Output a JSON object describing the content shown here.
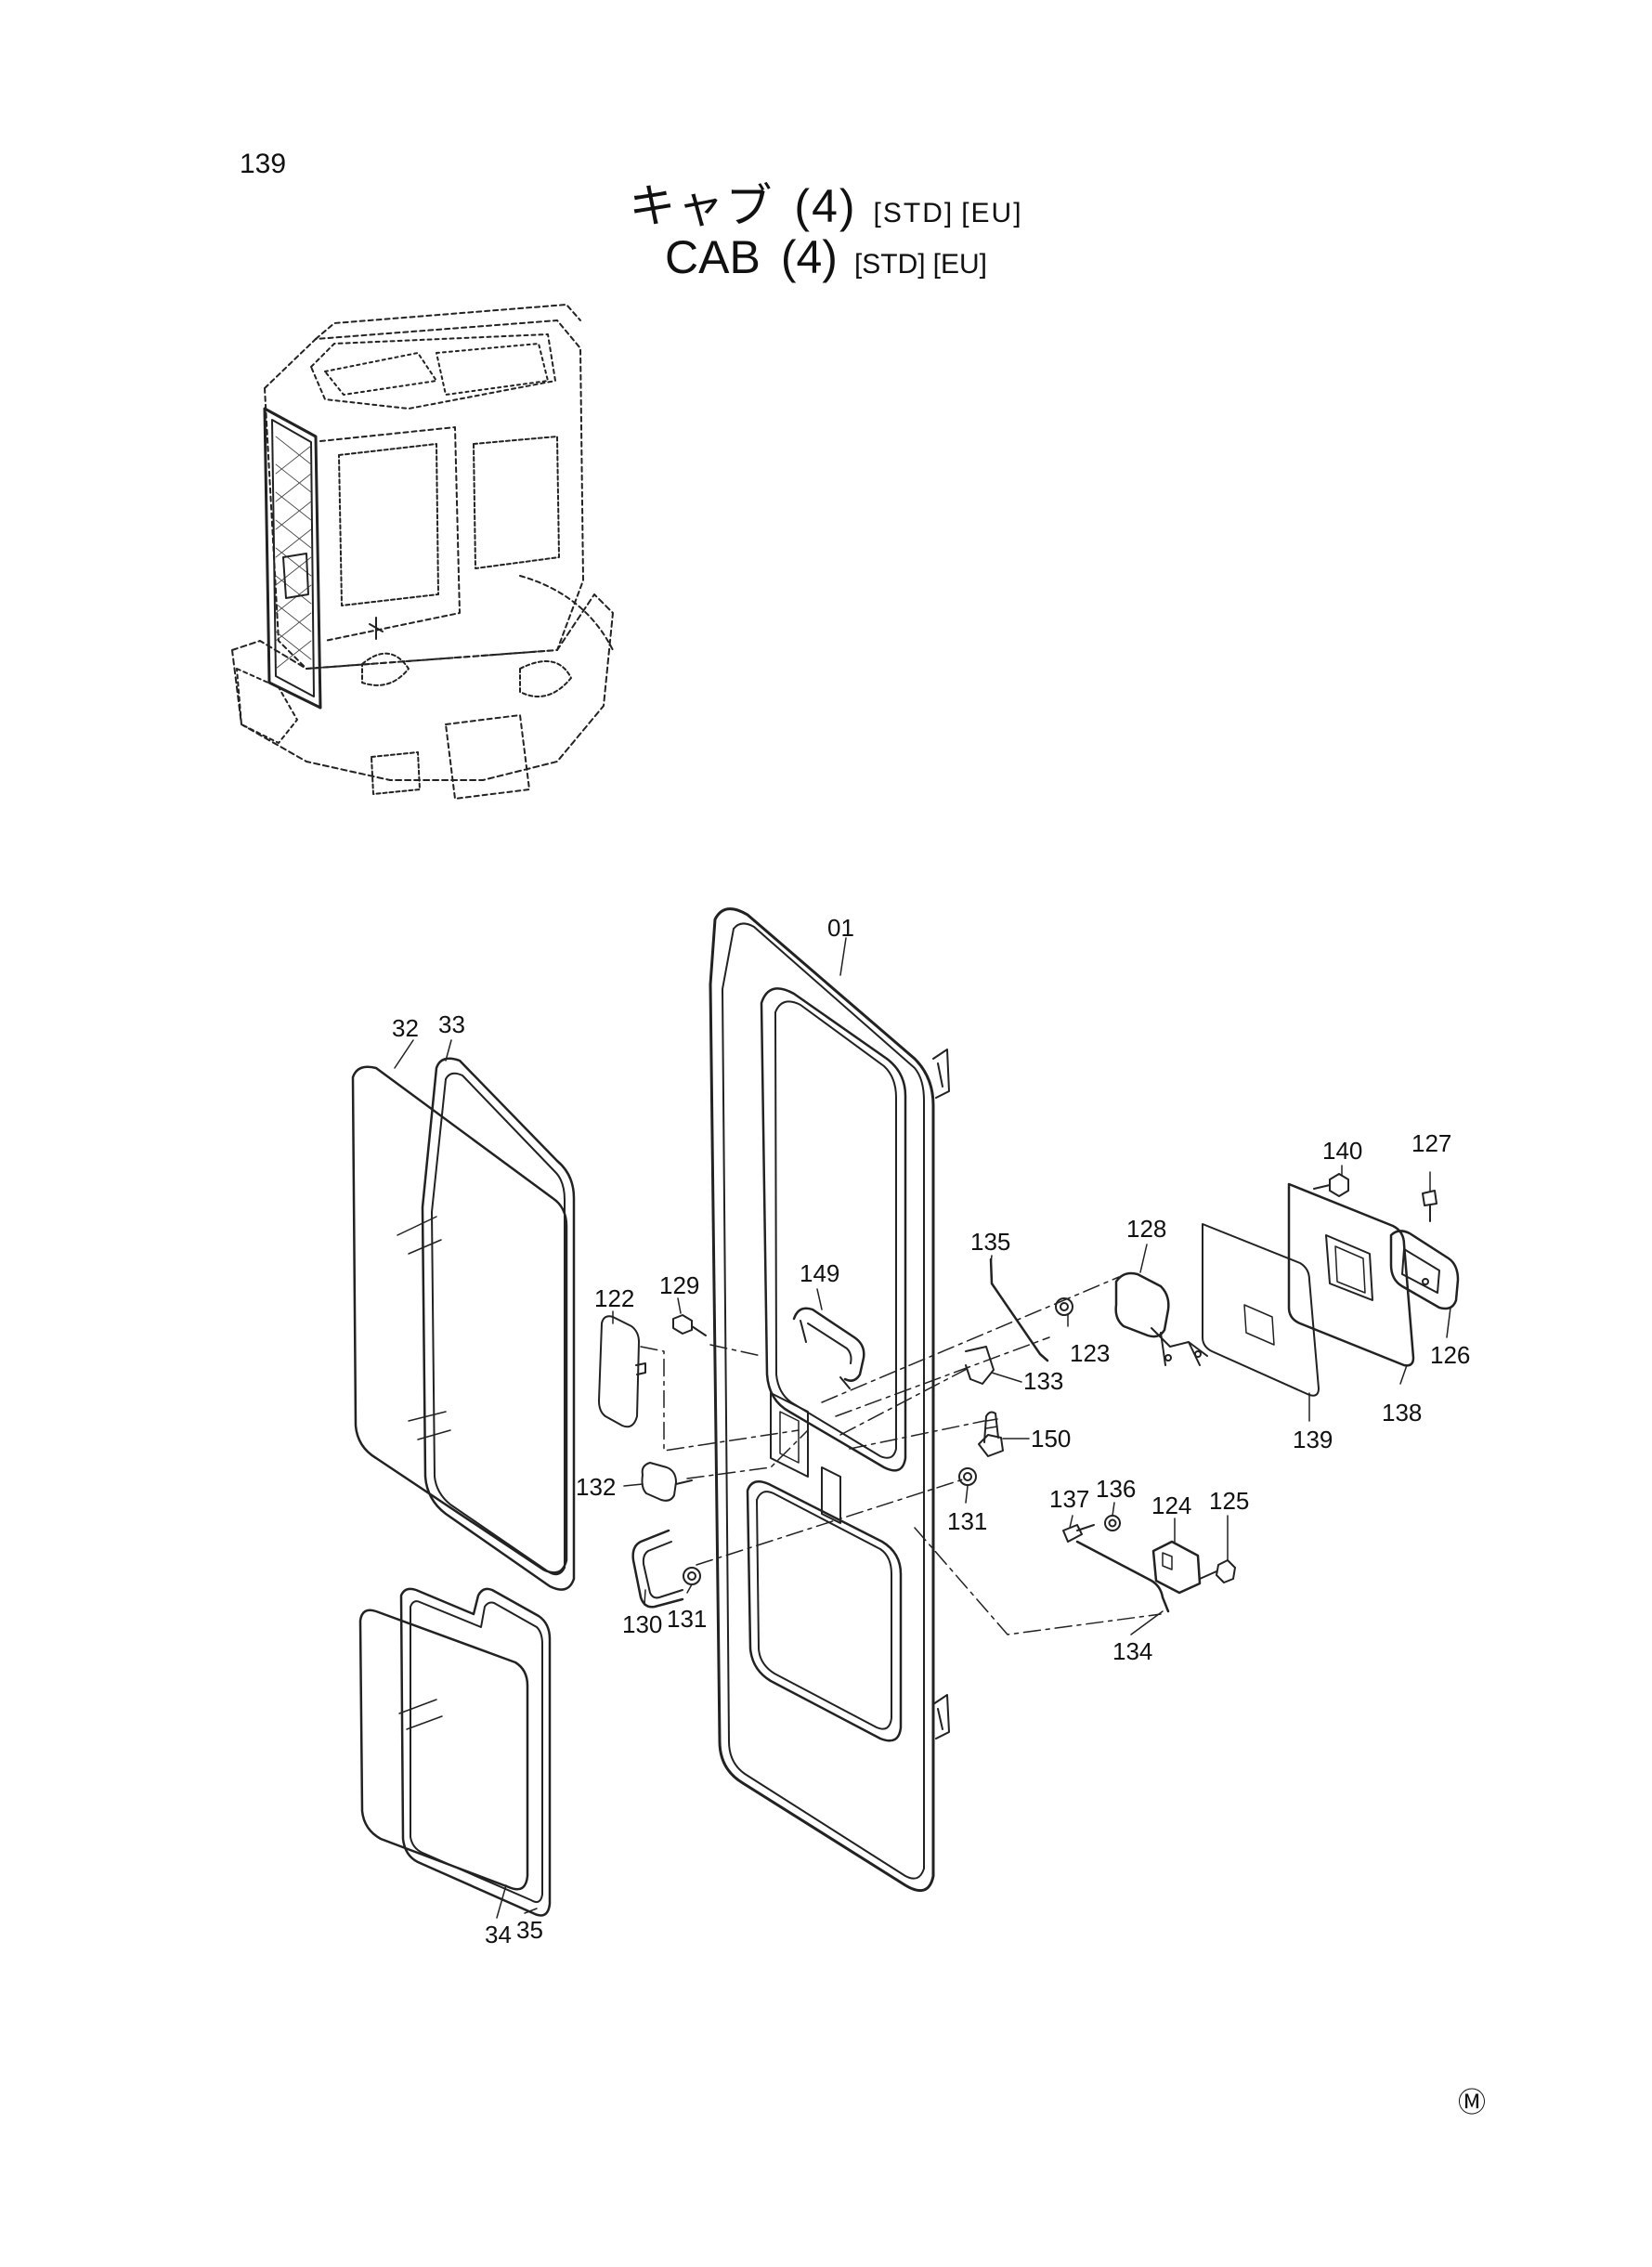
{
  "page": {
    "number": "139"
  },
  "title": {
    "jp_main": "キャブ",
    "jp_num": "(4)",
    "en_main": "CAB",
    "en_num": "(4)",
    "tags": [
      "[STD]",
      "[EU]"
    ]
  },
  "callouts": [
    {
      "id": "01"
    },
    {
      "id": "32"
    },
    {
      "id": "33"
    },
    {
      "id": "34"
    },
    {
      "id": "35"
    },
    {
      "id": "122"
    },
    {
      "id": "123"
    },
    {
      "id": "124"
    },
    {
      "id": "125"
    },
    {
      "id": "126"
    },
    {
      "id": "127"
    },
    {
      "id": "128"
    },
    {
      "id": "129"
    },
    {
      "id": "130"
    },
    {
      "id": "131"
    },
    {
      "id": "131"
    },
    {
      "id": "132"
    },
    {
      "id": "133"
    },
    {
      "id": "134"
    },
    {
      "id": "135"
    },
    {
      "id": "136"
    },
    {
      "id": "137"
    },
    {
      "id": "138"
    },
    {
      "id": "139"
    },
    {
      "id": "140"
    },
    {
      "id": "149"
    },
    {
      "id": "150"
    }
  ],
  "mark": "Ⓜ"
}
